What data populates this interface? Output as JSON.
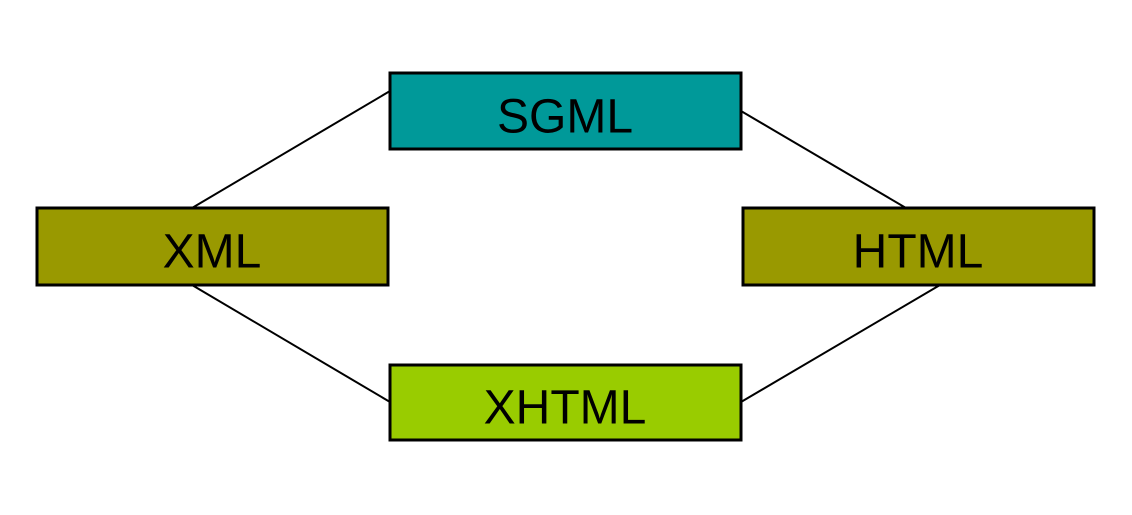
{
  "nodes": {
    "sgml": {
      "label": "SGML",
      "color": "#009999"
    },
    "xml": {
      "label": "XML",
      "color": "#999900"
    },
    "html": {
      "label": "HTML",
      "color": "#999900"
    },
    "xhtml": {
      "label": "XHTML",
      "color": "#99cc00"
    }
  },
  "edges": [
    {
      "from": "xml",
      "to": "sgml"
    },
    {
      "from": "sgml",
      "to": "html"
    },
    {
      "from": "xml",
      "to": "xhtml"
    },
    {
      "from": "html",
      "to": "xhtml"
    }
  ]
}
